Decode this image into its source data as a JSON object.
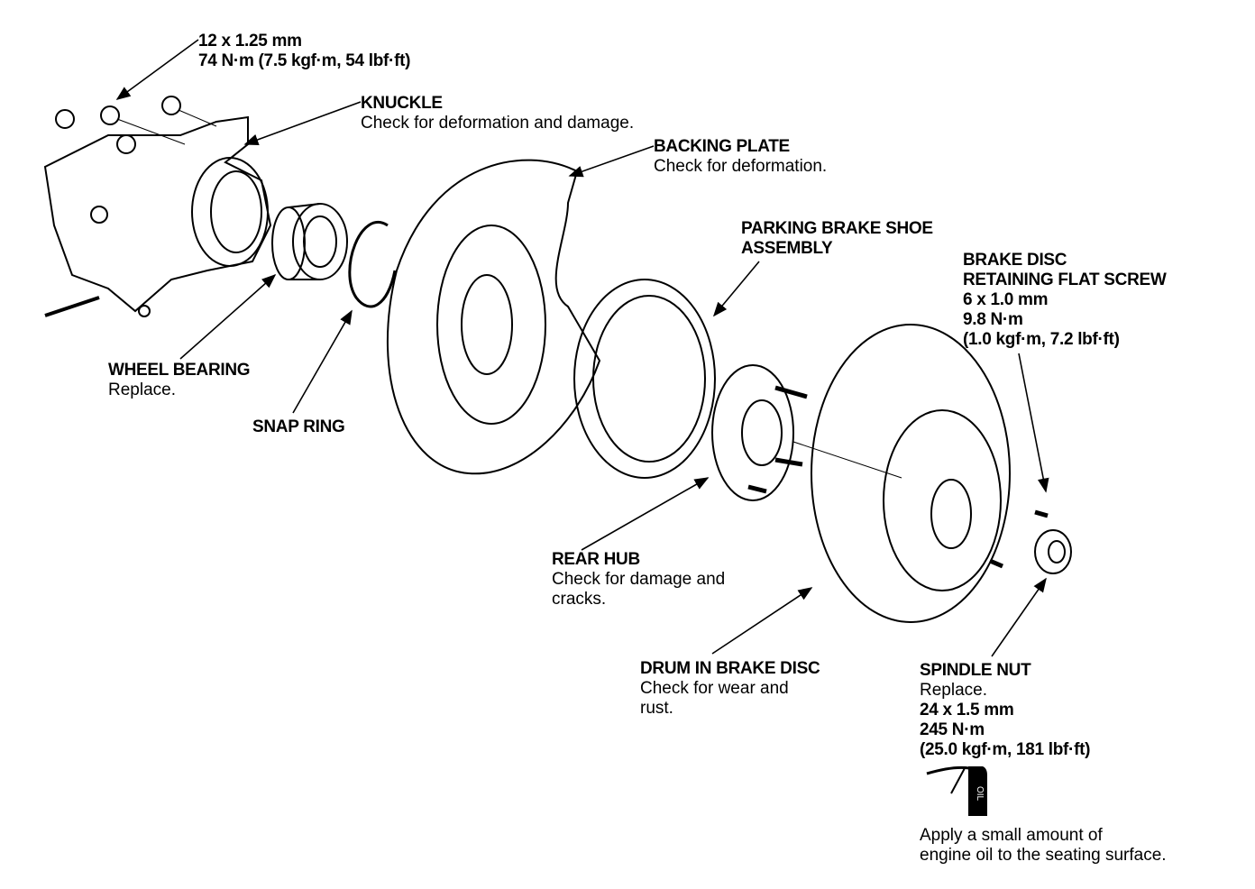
{
  "labels": {
    "knuckle_nut": {
      "spec": "12 x 1.25 mm",
      "torque": "74 N·m (7.5 kgf·m, 54 lbf·ft)"
    },
    "knuckle": {
      "title": "KNUCKLE",
      "note": "Check for deformation and damage."
    },
    "backing_plate": {
      "title": "BACKING PLATE",
      "note": "Check for deformation."
    },
    "parking_brake_shoe": {
      "title_line1": "PARKING BRAKE SHOE",
      "title_line2": "ASSEMBLY"
    },
    "flat_screw": {
      "title_line1": "BRAKE DISC",
      "title_line2": "RETAINING FLAT SCREW",
      "spec": "6 x 1.0 mm",
      "torque": "9.8 N·m",
      "torque_alt": "(1.0 kgf·m, 7.2 lbf·ft)"
    },
    "wheel_bearing": {
      "title": "WHEEL BEARING",
      "note": "Replace."
    },
    "snap_ring": {
      "title": "SNAP RING"
    },
    "rear_hub": {
      "title": "REAR HUB",
      "note_line1": "Check for damage and",
      "note_line2": "cracks."
    },
    "drum_disc": {
      "title": "DRUM IN BRAKE DISC",
      "note_line1": "Check for wear and",
      "note_line2": "rust."
    },
    "spindle_nut": {
      "title": "SPINDLE NUT",
      "note": "Replace.",
      "spec": "24 x 1.5 mm",
      "torque": "245 N·m",
      "torque_alt": "(25.0 kgf·m, 181 lbf·ft)"
    },
    "oil_note": {
      "can_text": "OIL",
      "line1": "Apply a small amount of",
      "line2": "engine oil to the seating surface."
    }
  },
  "icons": [
    "oil-can-icon"
  ]
}
